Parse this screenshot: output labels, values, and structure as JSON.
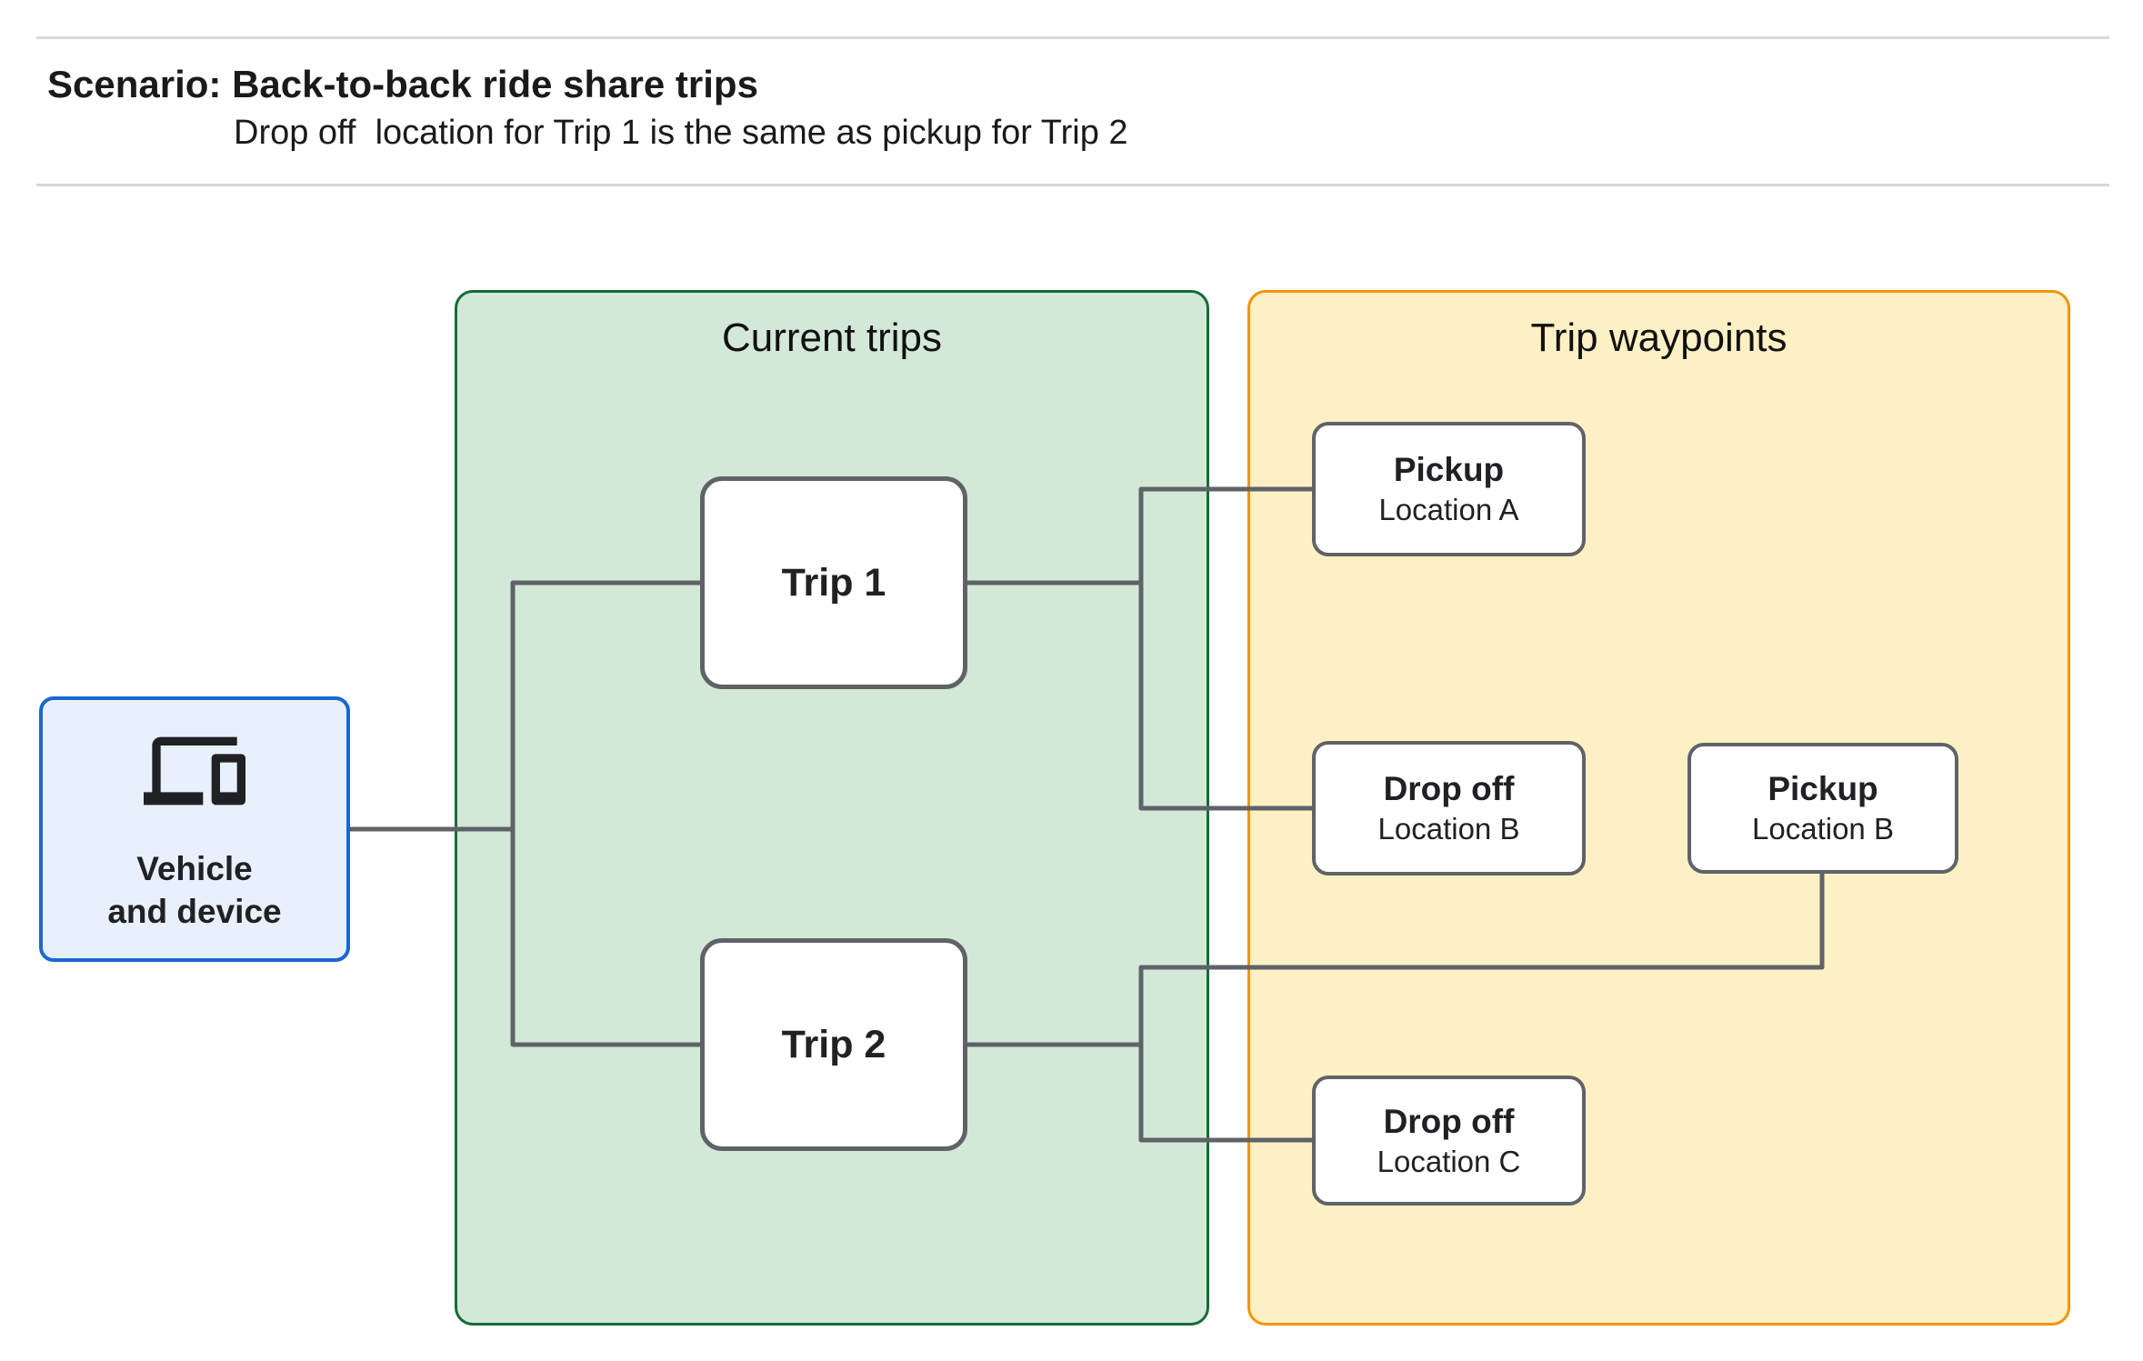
{
  "header": {
    "title": "Scenario: Back-to-back ride share trips",
    "subtitle": "Drop off  location for Trip 1 is the same as pickup for Trip 2"
  },
  "vehicle": {
    "icon": "devices-icon",
    "label_line1": "Vehicle",
    "label_line2": "and device"
  },
  "groups": {
    "current_trips": {
      "title": "Current trips"
    },
    "trip_waypoints": {
      "title": "Trip waypoints"
    }
  },
  "nodes": {
    "trip1": {
      "label": "Trip 1"
    },
    "trip2": {
      "label": "Trip 2"
    },
    "pickup_a": {
      "title": "Pickup",
      "subtitle": "Location A"
    },
    "dropoff_b": {
      "title": "Drop off",
      "subtitle": "Location B"
    },
    "pickup_b": {
      "title": "Pickup",
      "subtitle": "Location B"
    },
    "dropoff_c": {
      "title": "Drop off",
      "subtitle": "Location C"
    }
  },
  "edges": [
    "vehicle-and-device — trip-1",
    "vehicle-and-device — trip-2",
    "trip-1 — pickup-location-a",
    "trip-1 — drop-off-location-b",
    "trip-2 — pickup-location-b",
    "trip-2 — drop-off-location-c"
  ],
  "colors": {
    "vehicle_border": "#1967d2",
    "vehicle_fill": "#e8f0fd",
    "current_trips_border": "#146c35",
    "current_trips_fill": "#d3e8d7",
    "trip_waypoints_border": "#f29402",
    "trip_waypoints_fill": "#fdf0c5",
    "connector_gray": "#5f6368",
    "divider_gray": "#d8d8d8"
  }
}
